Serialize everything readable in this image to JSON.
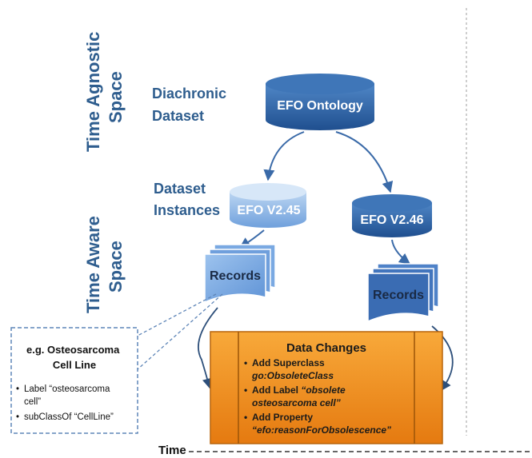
{
  "spaces": {
    "agnostic": [
      "Time Agnostic",
      "Space"
    ],
    "aware": [
      "Time Aware",
      "Space"
    ]
  },
  "labels": {
    "diachronic": [
      "Diachronic",
      "Dataset"
    ],
    "instances": [
      "Dataset",
      "Instances"
    ]
  },
  "nodes": {
    "ontology": "EFO Ontology",
    "v245": "EFO V2.45",
    "v246": "EFO V2.46",
    "records_left": "Records",
    "records_right": "Records"
  },
  "example": {
    "title": [
      "e.g. Osteosarcoma",
      "Cell Line"
    ],
    "items": [
      [
        "Label “osteosarcoma",
        "cell”"
      ],
      [
        "subClassOf “CellLine”"
      ]
    ]
  },
  "changes": {
    "title": "Data Changes",
    "items": [
      {
        "text": "Add Superclass",
        "ital": [
          "go:ObsoleteClass"
        ]
      },
      {
        "text": "Add Label ",
        "inline_ital": "“obsolete",
        "ital": [
          "osteosarcoma cell”"
        ]
      },
      {
        "text": "Add Property",
        "ital": [
          "“efo:reasonForObsolescence”"
        ]
      }
    ]
  },
  "axis": {
    "label": "Time"
  }
}
